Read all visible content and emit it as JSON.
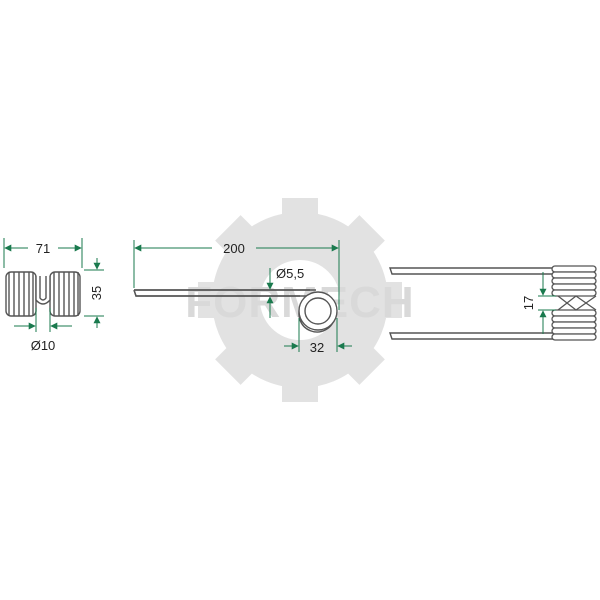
{
  "watermark": {
    "brand": "FORMECH",
    "icon": "cogwheel-watermark",
    "color": "#d6d6d6"
  },
  "colors": {
    "dimension": "#1a7a4e",
    "wire": "#555555",
    "wire_fill": "#ffffff"
  },
  "views": {
    "coil_end_view": {
      "width_label": "71",
      "height_label": "35",
      "wire_diameter_label": "Ø10"
    },
    "side_view": {
      "length_label": "200",
      "wire_diameter_label": "Ø5,5",
      "loop_label": "32"
    },
    "top_view": {
      "spacing_label": "17"
    }
  }
}
